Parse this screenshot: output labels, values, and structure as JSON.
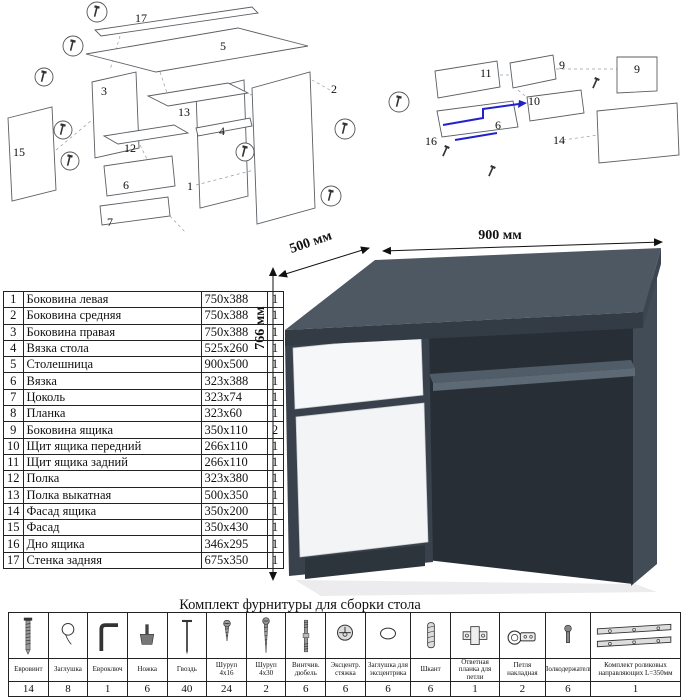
{
  "dimensions": {
    "width": "900 мм",
    "depth": "500 мм",
    "height": "766 мм"
  },
  "colors": {
    "desk_body": "#49535e",
    "desk_front": "#f5f6f7",
    "accent_blue": "#2222cc"
  },
  "exploded_main": {
    "labels": [
      "17",
      "5",
      "3",
      "13",
      "12",
      "6",
      "7",
      "15",
      "1",
      "2",
      "4"
    ]
  },
  "exploded_drawer": {
    "labels": [
      "11",
      "9",
      "9",
      "10",
      "6",
      "14",
      "16"
    ]
  },
  "parts_table": {
    "rows": [
      {
        "num": "1",
        "name": "Боковина левая",
        "size": "750x388",
        "qty": "1"
      },
      {
        "num": "2",
        "name": "Боковина средняя",
        "size": "750x388",
        "qty": "1"
      },
      {
        "num": "3",
        "name": "Боковина правая",
        "size": "750x388",
        "qty": "1"
      },
      {
        "num": "4",
        "name": "Вязка стола",
        "size": "525x260",
        "qty": "1"
      },
      {
        "num": "5",
        "name": "Столешница",
        "size": "900x500",
        "qty": "1"
      },
      {
        "num": "6",
        "name": "Вязка",
        "size": "323x388",
        "qty": "1"
      },
      {
        "num": "7",
        "name": "Цоколь",
        "size": "323x74",
        "qty": "1"
      },
      {
        "num": "8",
        "name": "Планка",
        "size": "323x60",
        "qty": "1"
      },
      {
        "num": "9",
        "name": "Боковина ящика",
        "size": "350x110",
        "qty": "2"
      },
      {
        "num": "10",
        "name": "Щит ящика передний",
        "size": "266x110",
        "qty": "1"
      },
      {
        "num": "11",
        "name": "Щит ящика задний",
        "size": "266x110",
        "qty": "1"
      },
      {
        "num": "12",
        "name": "Полка",
        "size": "323x380",
        "qty": "1"
      },
      {
        "num": "13",
        "name": "Полка выкатная",
        "size": "500x350",
        "qty": "1"
      },
      {
        "num": "14",
        "name": "Фасад ящика",
        "size": "350x200",
        "qty": "1"
      },
      {
        "num": "15",
        "name": "Фасад",
        "size": "350x430",
        "qty": "1"
      },
      {
        "num": "16",
        "name": "Дно ящика",
        "size": "346x295",
        "qty": "1"
      },
      {
        "num": "17",
        "name": "Стенка задняя",
        "size": "675x350",
        "qty": "1"
      }
    ]
  },
  "hardware": {
    "title": "Комплект фурнитуры для сборки стола",
    "items": [
      {
        "name": "Евровинт",
        "qty": "14",
        "icon": "euro-screw"
      },
      {
        "name": "Заглушка",
        "qty": "8",
        "icon": "plug-cap"
      },
      {
        "name": "Евроключ",
        "qty": "1",
        "icon": "hex-key"
      },
      {
        "name": "Ножка",
        "qty": "6",
        "icon": "leg"
      },
      {
        "name": "Гвоздь",
        "qty": "40",
        "icon": "nail"
      },
      {
        "name": "Шуруп 4x16",
        "qty": "24",
        "icon": "screw-small"
      },
      {
        "name": "Шуруп 4x30",
        "qty": "2",
        "icon": "screw-long"
      },
      {
        "name": "Винтчив. дюбель",
        "qty": "6",
        "icon": "dowel-screw"
      },
      {
        "name": "Эксцентр. стяжка",
        "qty": "6",
        "icon": "cam-lock"
      },
      {
        "name": "Заглушка для эксцентрика",
        "qty": "6",
        "icon": "cam-cap"
      },
      {
        "name": "Шкант",
        "qty": "6",
        "icon": "wood-dowel"
      },
      {
        "name": "Ответная планка для петли",
        "qty": "1",
        "icon": "hinge-plate"
      },
      {
        "name": "Петля накладная",
        "qty": "2",
        "icon": "hinge"
      },
      {
        "name": "Полкодержатель",
        "qty": "6",
        "icon": "shelf-pin"
      },
      {
        "name": "Комплект роликовых направляющих L=350мм",
        "qty": "1",
        "icon": "drawer-slides"
      }
    ]
  }
}
